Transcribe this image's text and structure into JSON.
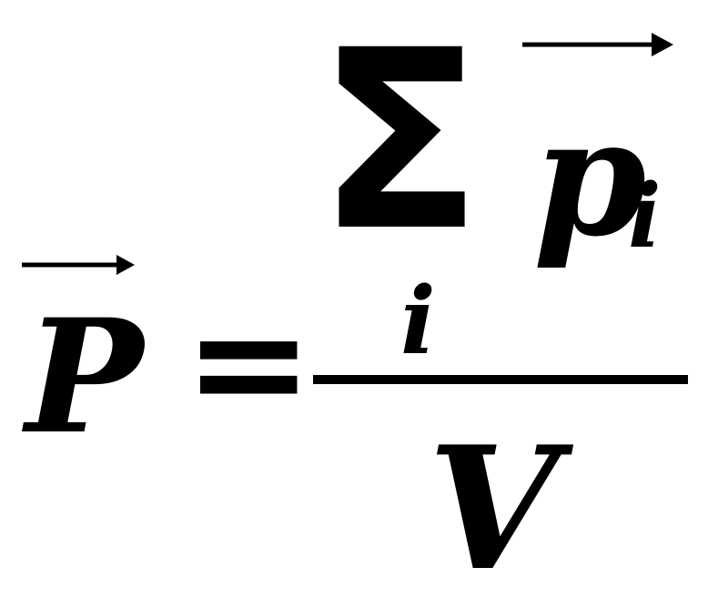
{
  "equation": {
    "lhs_symbol": "P",
    "equals": "=",
    "numerator": {
      "operator": "Σ",
      "summand": "p",
      "summand_subscript": "i",
      "sum_index": "i"
    },
    "denominator": "V",
    "vector_marks": [
      "lhs",
      "summand"
    ],
    "ink_color": "#000000",
    "background_color": "#ffffff"
  }
}
